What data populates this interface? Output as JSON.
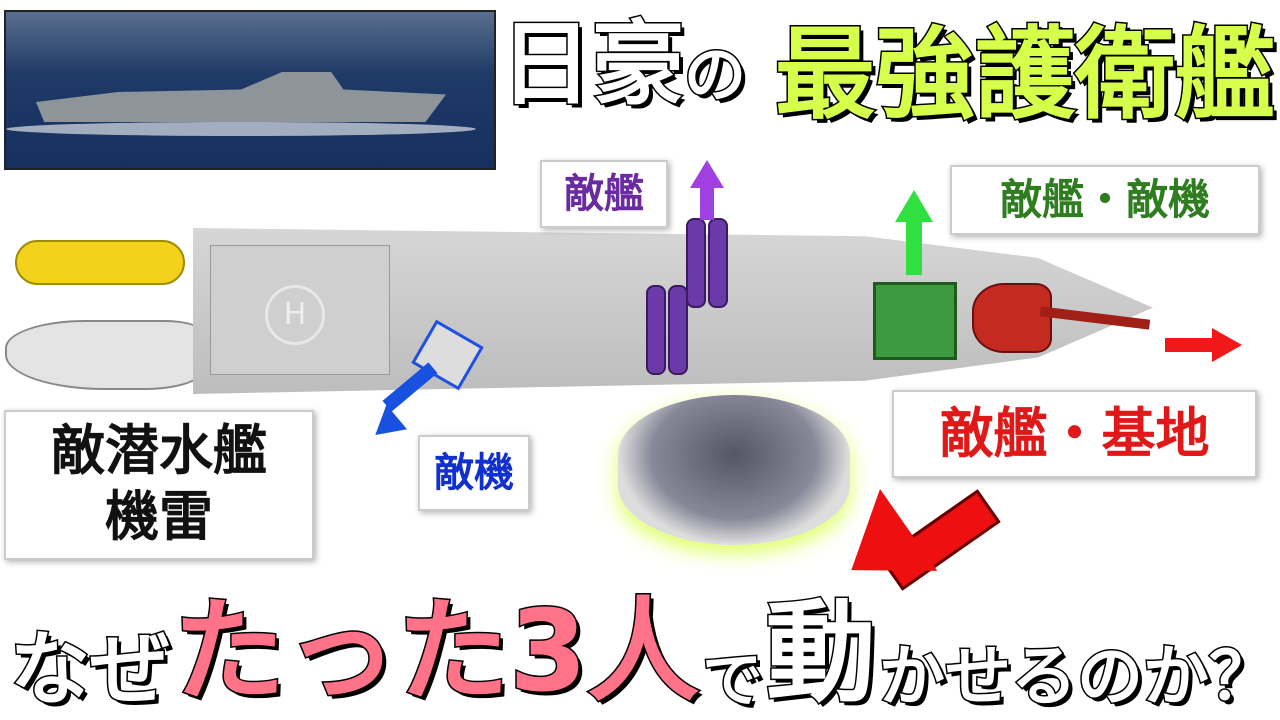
{
  "title": {
    "part1": "日豪",
    "particle": "の",
    "part2": "最強護衛艦"
  },
  "labels": {
    "enemy_ship_purple": "敵艦",
    "enemy_ship_aircraft": "敵艦・敵機",
    "enemy_ship_base": "敵艦・基地",
    "enemy_aircraft": "敵機",
    "enemy_submarine": "敵潜水艦",
    "mine": "機雷"
  },
  "ship": {
    "helipad_mark": "H"
  },
  "bottom": {
    "why": "なぜ",
    "only_three": "たった3人",
    "de": "で",
    "move": "動",
    "rest": "かせるのか？"
  },
  "colors": {
    "title_accent": "#d6ff4c",
    "pink": "#ff7288",
    "purple": "#6a2aa0",
    "green": "#2f7d20",
    "red": "#e01818",
    "blue": "#1030d0"
  }
}
